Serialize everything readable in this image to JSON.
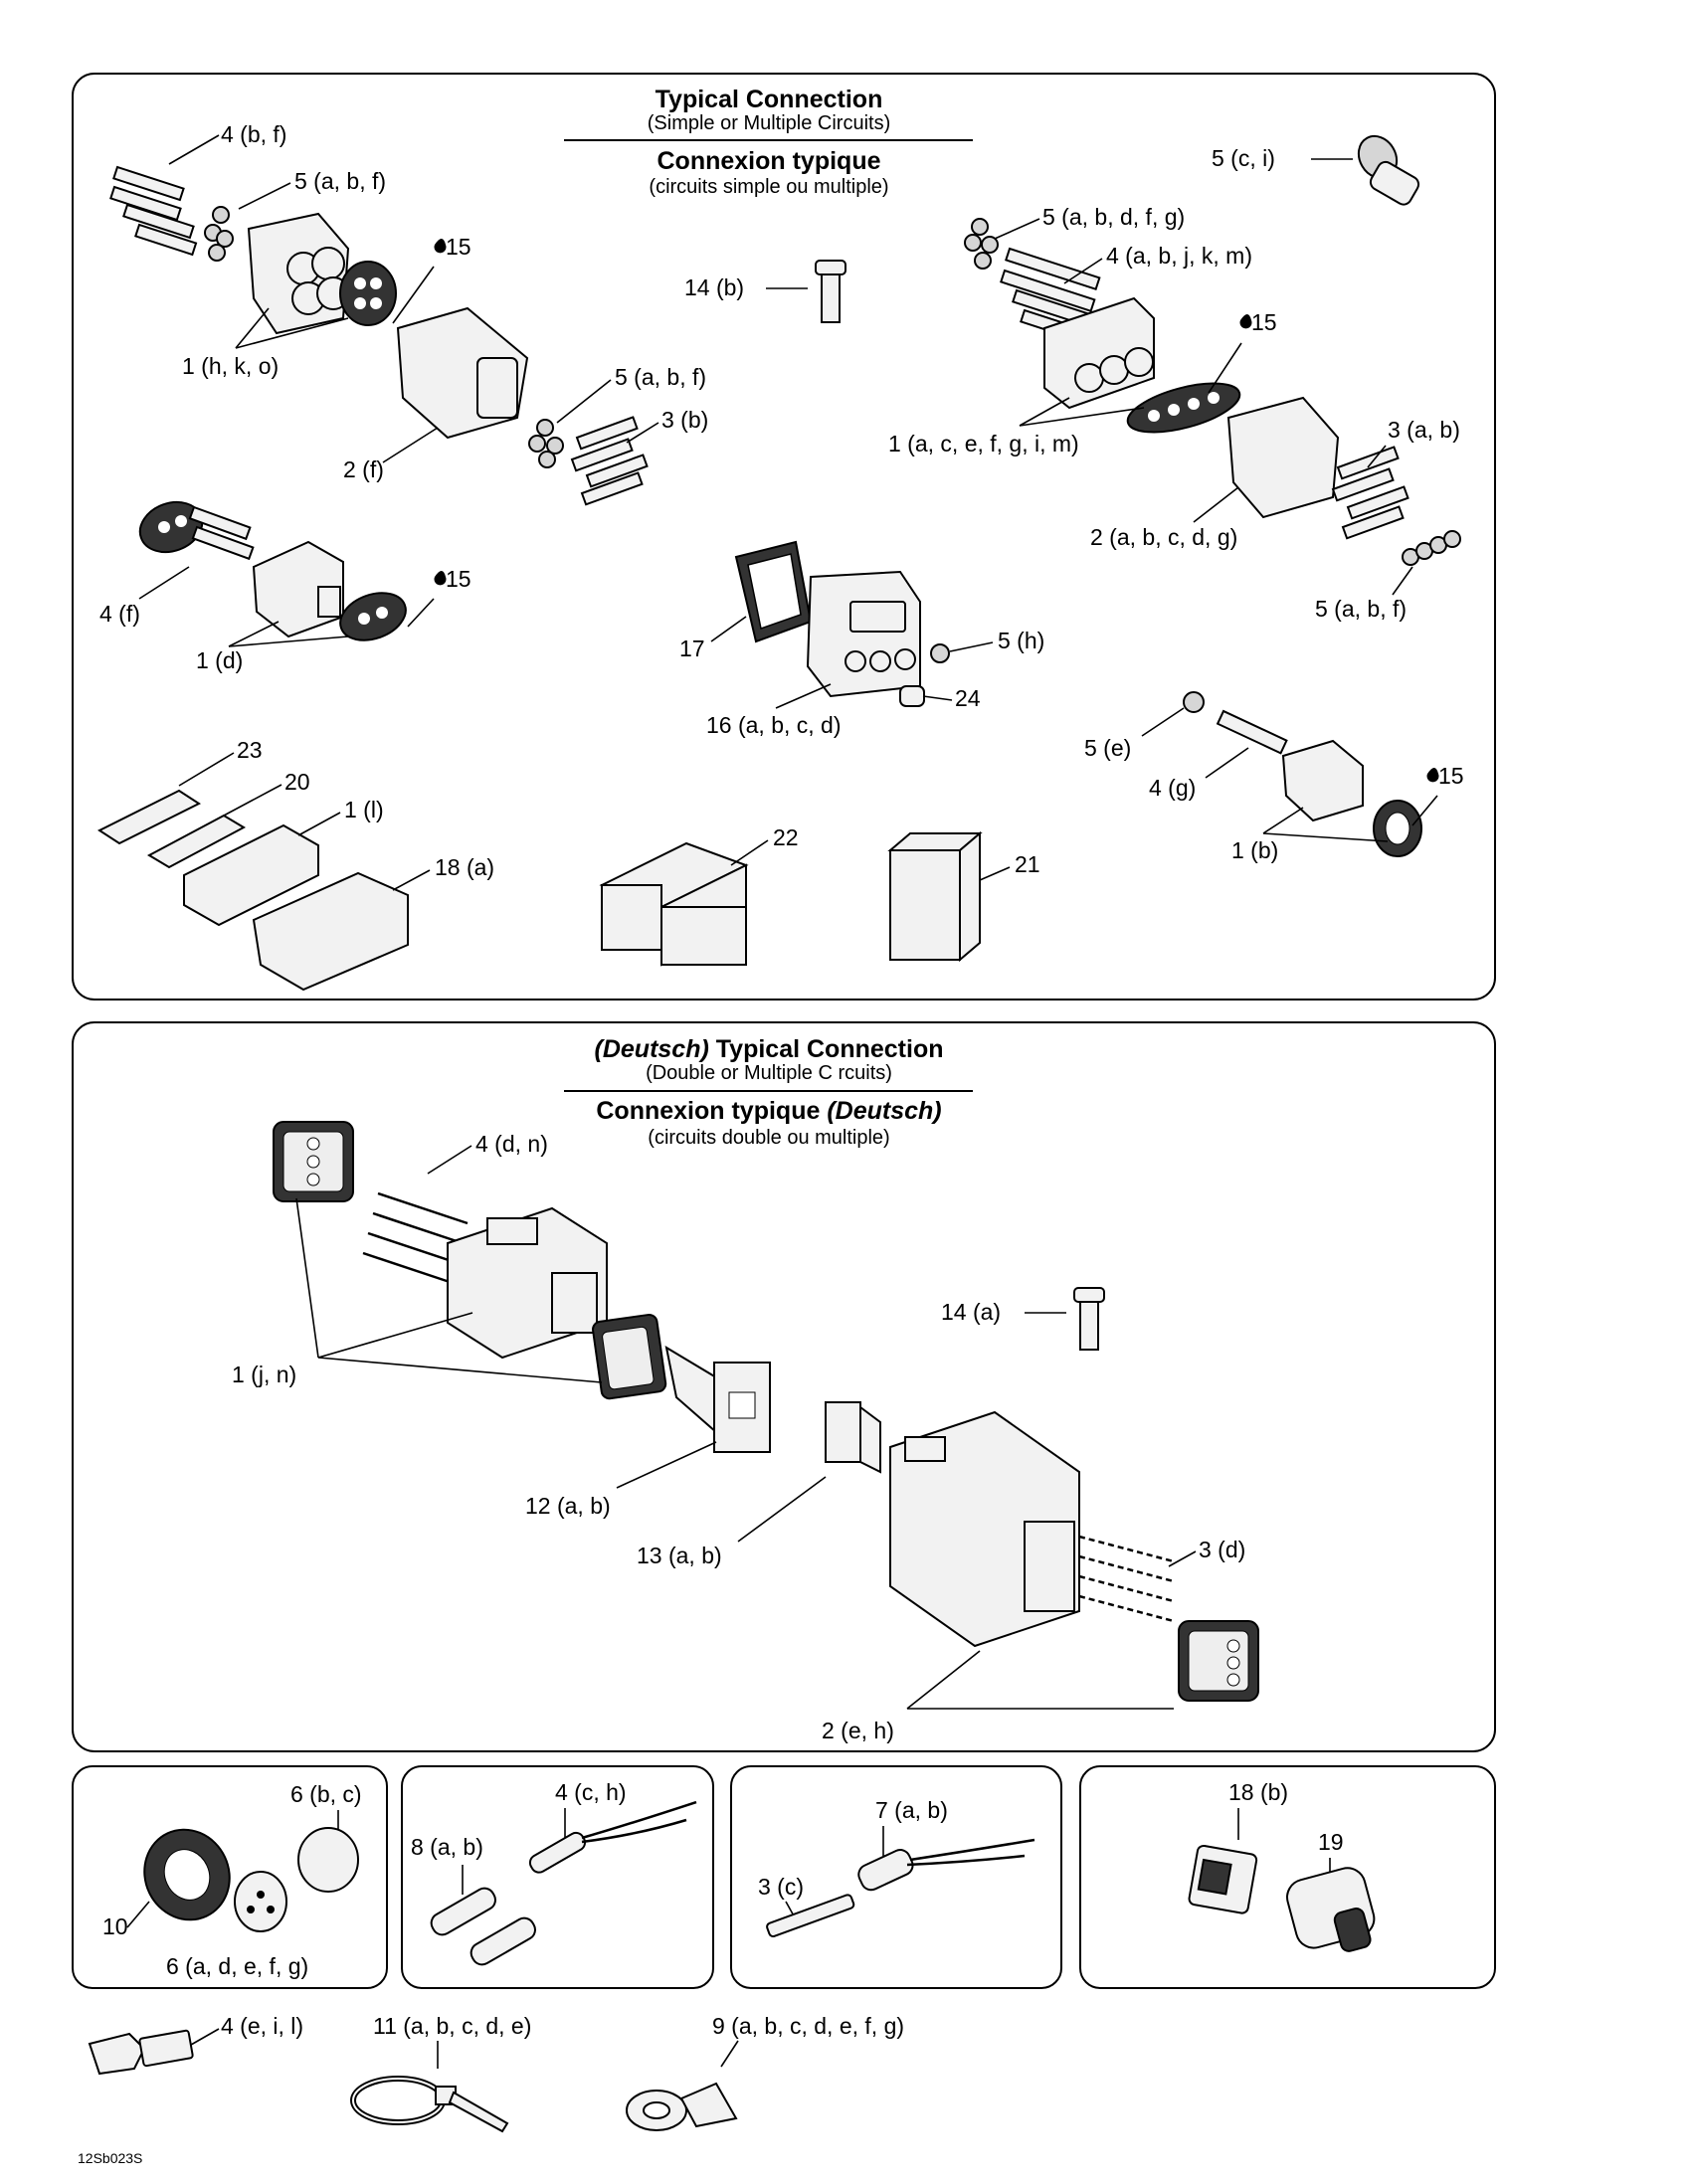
{
  "panel1": {
    "title_en": "Typical Connection",
    "subtitle_en": "(Simple or Multiple Circuits)",
    "title_fr": "Connexion typique",
    "subtitle_fr": "(circuits simple ou multiple)",
    "labels": {
      "l_4bf": "4 (b, f)",
      "l_5abf_top": "5 (a, b, f)",
      "l_15a": "15",
      "l_1hko": "1 (h, k, o)",
      "l_2f": "2 (f)",
      "l_5abf_mid": "5 (a, b, f)",
      "l_3b": "3 (b)",
      "l_4f": "4 (f)",
      "l_1d": "1 (d)",
      "l_15b": "15",
      "l_23": "23",
      "l_20": "20",
      "l_1l": "1 (l)",
      "l_18a": "18 (a)",
      "l_14b": "14 (b)",
      "l_17": "17",
      "l_5h": "5 (h)",
      "l_24": "24",
      "l_16abcd": "16 (a, b, c, d)",
      "l_22": "22",
      "l_21": "21",
      "l_5ci": "5 (c, i)",
      "l_5abdfg": "5 (a, b, d, f, g)",
      "l_4abjkm": "4 (a, b, j, k, m)",
      "l_15c": "15",
      "l_1acefgim": "1 (a, c, e, f, g, i, m)",
      "l_3ab": "3 (a, b)",
      "l_2abcdg": "2 (a, b, c, d, g)",
      "l_5abf_right": "5 (a, b, f)",
      "l_5e": "5 (e)",
      "l_4g": "4 (g)",
      "l_15d": "15",
      "l_1b": "1 (b)"
    }
  },
  "panel2": {
    "title_en_em": "(Deutsch)",
    "title_en": " Typical Connection",
    "subtitle_en": "(Double or Multiple C rcuits)",
    "title_fr": "Connexion typique ",
    "title_fr_em": "(Deutsch)",
    "subtitle_fr": "(circuits double ou multiple)",
    "labels": {
      "l_4dn": "4 (d, n)",
      "l_1jn": "1 (j, n)",
      "l_14a": "14 (a)",
      "l_12ab": "12 (a, b)",
      "l_13ab": "13 (a, b)",
      "l_3d": "3 (d)",
      "l_2eh": "2 (e, h)"
    }
  },
  "panel3": {
    "l_6bc": "6 (b, c)",
    "l_10": "10",
    "l_6adefg": "6 (a, d, e, f, g)"
  },
  "panel4": {
    "l_4ch": "4 (c, h)",
    "l_8ab": "8 (a, b)"
  },
  "panel5": {
    "l_7ab": "7 (a, b)",
    "l_3c": "3 (c)"
  },
  "panel6": {
    "l_18b": "18 (b)",
    "l_19": "19"
  },
  "bottom": {
    "l_4eil": "4 (e, i, l)",
    "l_11abcde": "11 (a, b, c, d, e)",
    "l_9abcdefg": "9 (a, b, c, d, e, f, g)"
  },
  "figure_code": "12Sb023S",
  "icons": [
    "drop-icon",
    "connector-housing-icon",
    "terminal-pin-icon",
    "seal-ring-icon",
    "cable-tie-icon",
    "ring-terminal-icon"
  ]
}
